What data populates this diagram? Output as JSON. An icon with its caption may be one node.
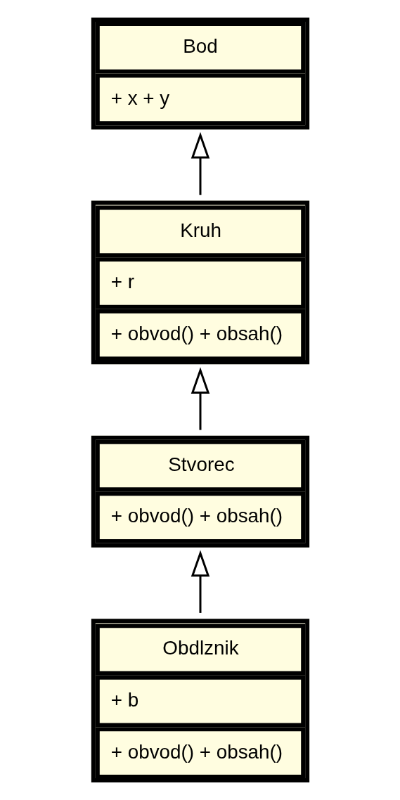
{
  "diagram": {
    "nodes": [
      {
        "text": [
          "Bod",
          "+ x + y"
        ]
      },
      {
        "text": [
          "Kruh",
          "+ r",
          "+ obvod() + obsah()"
        ]
      },
      {
        "text": [
          "Stvorec",
          "+ obvod() + obsah()"
        ]
      },
      {
        "text": [
          "Obdlznik",
          "+ b",
          "+ obvod() + obsah()"
        ]
      }
    ],
    "edges": [
      {
        "from": 1,
        "to": 0,
        "arrow": "to"
      },
      {
        "from": 2,
        "to": 1,
        "arrow": "to"
      },
      {
        "from": 3,
        "to": 2,
        "arrow": "to"
      }
    ]
  }
}
